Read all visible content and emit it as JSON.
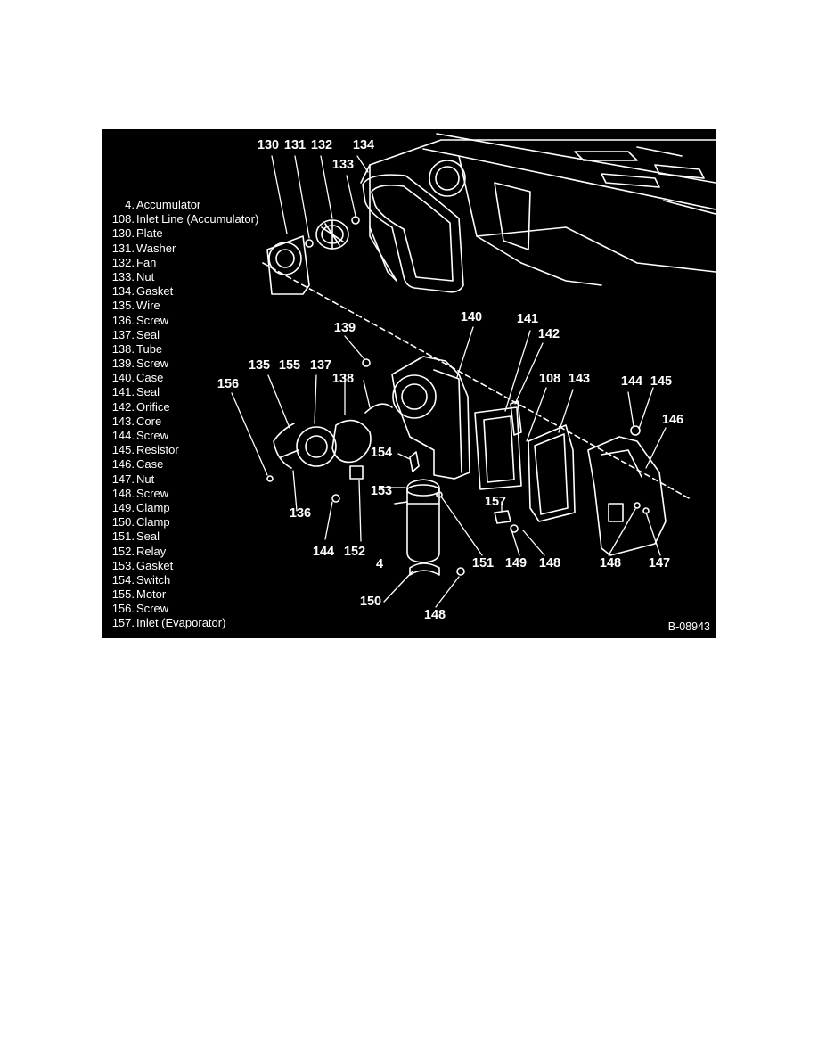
{
  "figure": {
    "background": "#000000",
    "foreground": "#ffffff",
    "id_code": "B-08943"
  },
  "legend": [
    {
      "num": "4.",
      "label": "Accumulator"
    },
    {
      "num": "108.",
      "label": "Inlet Line (Accumulator)"
    },
    {
      "num": "130.",
      "label": "Plate"
    },
    {
      "num": "131.",
      "label": "Washer"
    },
    {
      "num": "132.",
      "label": "Fan"
    },
    {
      "num": "133.",
      "label": "Nut"
    },
    {
      "num": "134.",
      "label": "Gasket"
    },
    {
      "num": "135.",
      "label": "Wire"
    },
    {
      "num": "136.",
      "label": "Screw"
    },
    {
      "num": "137.",
      "label": "Seal"
    },
    {
      "num": "138.",
      "label": "Tube"
    },
    {
      "num": "139.",
      "label": "Screw"
    },
    {
      "num": "140.",
      "label": "Case"
    },
    {
      "num": "141.",
      "label": "Seal"
    },
    {
      "num": "142.",
      "label": "Orifice"
    },
    {
      "num": "143.",
      "label": "Core"
    },
    {
      "num": "144.",
      "label": "Screw"
    },
    {
      "num": "145.",
      "label": "Resistor"
    },
    {
      "num": "146.",
      "label": "Case"
    },
    {
      "num": "147.",
      "label": "Nut"
    },
    {
      "num": "148.",
      "label": "Screw"
    },
    {
      "num": "149.",
      "label": "Clamp"
    },
    {
      "num": "150.",
      "label": "Clamp"
    },
    {
      "num": "151.",
      "label": "Seal"
    },
    {
      "num": "152.",
      "label": "Relay"
    },
    {
      "num": "153.",
      "label": "Gasket"
    },
    {
      "num": "154.",
      "label": "Switch"
    },
    {
      "num": "155.",
      "label": "Motor"
    },
    {
      "num": "156.",
      "label": "Screw"
    },
    {
      "num": "157.",
      "label": "Inlet (Evaporator)"
    }
  ],
  "callouts": {
    "c130": "130",
    "c131": "131",
    "c132": "132",
    "c134": "134",
    "c133": "133",
    "c140": "140",
    "c141": "141",
    "c142": "142",
    "c139": "139",
    "c135": "135",
    "c155": "155",
    "c137": "137",
    "c138": "138",
    "c156": "156",
    "c108": "108",
    "c143": "143",
    "c144a": "144",
    "c145": "145",
    "c146": "146",
    "c154": "154",
    "c153": "153",
    "c136": "136",
    "c157": "157",
    "c144b": "144",
    "c152": "152",
    "c4": "4",
    "c151": "151",
    "c149": "149",
    "c148a": "148",
    "c148b": "148",
    "c147": "147",
    "c150": "150",
    "c148c": "148"
  }
}
